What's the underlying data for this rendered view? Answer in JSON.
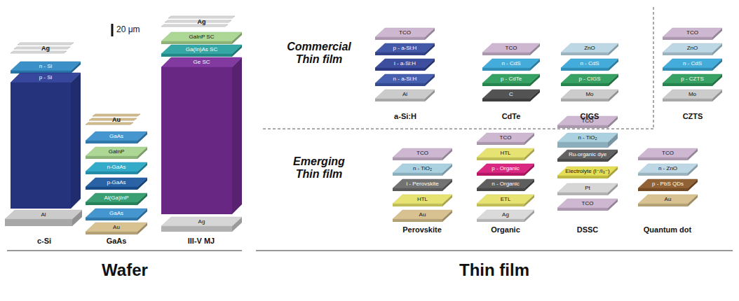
{
  "diagram": {
    "nodes": [
      {
        "text": [
          "Ag"
        ]
      },
      {
        "text": [
          "n - Si"
        ]
      },
      {
        "text": [
          "p - Si"
        ]
      },
      {
        "text": [
          "Al"
        ]
      },
      {
        "text": [
          "Au"
        ]
      },
      {
        "text": [
          "GaAs"
        ]
      },
      {
        "text": [
          "GaInP"
        ]
      },
      {
        "text": [
          "n-GaAs"
        ]
      },
      {
        "text": [
          "p-GaAs"
        ]
      },
      {
        "text": [
          "Al(Ga)InP"
        ]
      },
      {
        "text": [
          "GaAs"
        ]
      },
      {
        "text": [
          "Au"
        ]
      },
      {
        "text": [
          "Ag"
        ]
      },
      {
        "text": [
          "GaInP SC"
        ]
      },
      {
        "text": [
          "Ga(In)As SC"
        ]
      },
      {
        "text": [
          "Ge SC"
        ]
      },
      {
        "text": [
          "Ag"
        ]
      },
      {
        "text": [
          "TCO"
        ]
      },
      {
        "text": [
          "p - a-Si:H"
        ]
      },
      {
        "text": [
          "i - a-Si:H"
        ]
      },
      {
        "text": [
          "n - a-Si:H"
        ]
      },
      {
        "text": [
          "Al"
        ]
      },
      {
        "text": [
          "TCO"
        ]
      },
      {
        "text": [
          "n - CdS"
        ]
      },
      {
        "text": [
          "p - CdTe"
        ]
      },
      {
        "text": [
          "C"
        ]
      },
      {
        "text": [
          "ZnO"
        ]
      },
      {
        "text": [
          "n - CdS"
        ]
      },
      {
        "text": [
          "p - CIGS"
        ]
      },
      {
        "text": [
          "Mo"
        ]
      },
      {
        "text": [
          "TCO"
        ]
      },
      {
        "text": [
          "ZnO"
        ]
      },
      {
        "text": [
          "n - CdS"
        ]
      },
      {
        "text": [
          "p - CZTS"
        ]
      },
      {
        "text": [
          "Mo"
        ]
      },
      {
        "text": [
          "TCO"
        ]
      },
      {
        "text": [
          "n - TiO₂"
        ]
      },
      {
        "text": [
          "i - Perovskite"
        ]
      },
      {
        "text": [
          "HTL"
        ]
      },
      {
        "text": [
          "Au"
        ]
      },
      {
        "text": [
          "TCO"
        ]
      },
      {
        "text": [
          "HTL"
        ]
      },
      {
        "text": [
          "p - Organic"
        ]
      },
      {
        "text": [
          "n - Organic"
        ]
      },
      {
        "text": [
          "ETL"
        ]
      },
      {
        "text": [
          "Ag"
        ]
      },
      {
        "text": [
          "TCO"
        ]
      },
      {
        "text": [
          "n - TiO₂"
        ]
      },
      {
        "text": [
          "Ru-organic dye"
        ]
      },
      {
        "text": [
          "Electrolyte (I⁻/I₃⁻)"
        ]
      },
      {
        "text": [
          "Pt"
        ]
      },
      {
        "text": [
          "TCO"
        ]
      },
      {
        "text": [
          "TCO"
        ]
      },
      {
        "text": [
          "n - ZnO"
        ]
      },
      {
        "text": [
          "p - PbS QDs"
        ]
      },
      {
        "text": [
          "Au"
        ]
      }
    ],
    "labels": [
      "20 μm",
      "c-Si",
      "GaAs",
      "III-V MJ",
      "Wafer",
      "Commercial Thin film",
      "a-Si:H",
      "CdTe",
      "CIGS",
      "CZTS",
      "Emerging Thin film",
      "Perovskite",
      "Organic",
      "DSSC",
      "Quantum dot",
      "Thin film"
    ]
  }
}
